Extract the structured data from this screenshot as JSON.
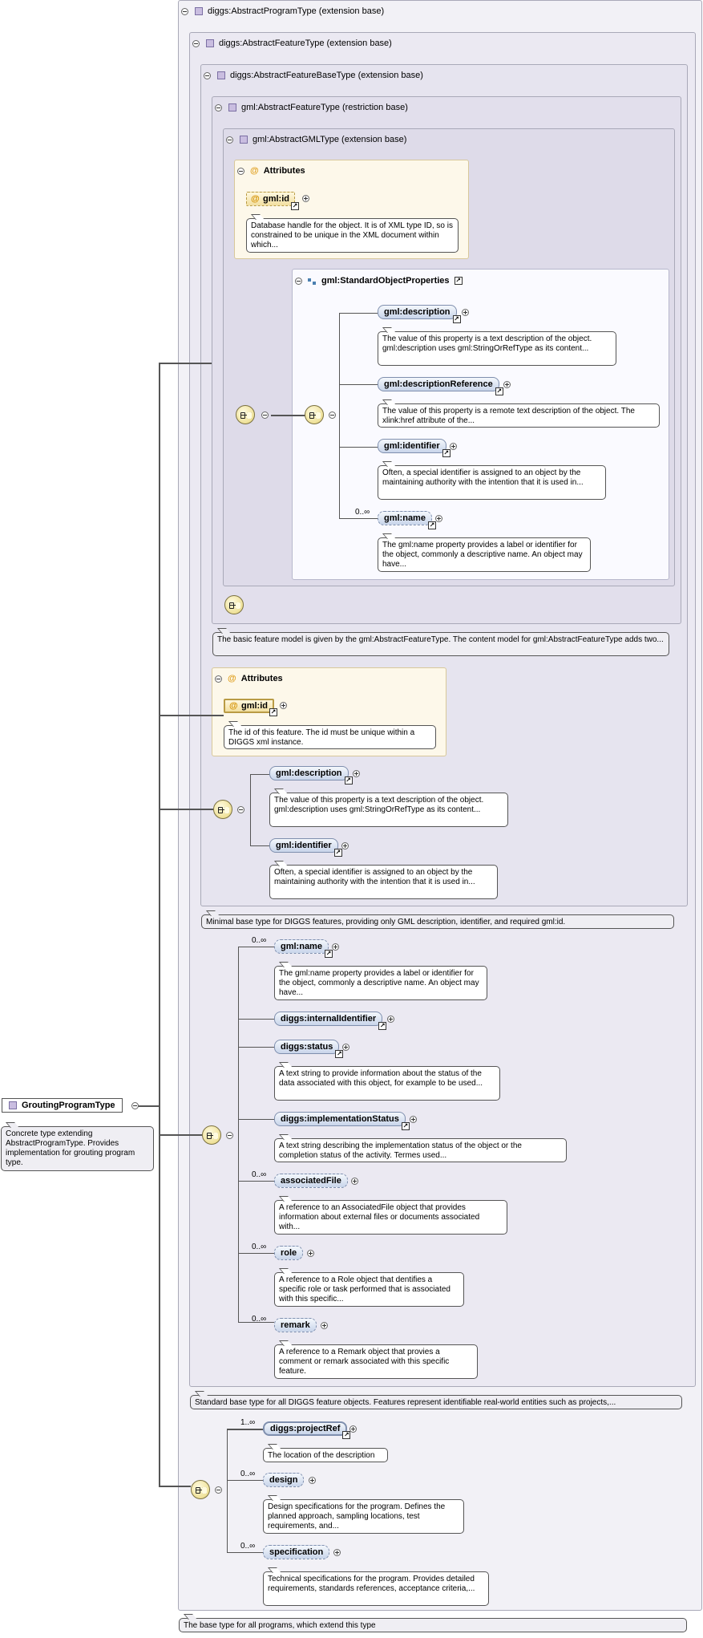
{
  "root": {
    "name": "GroutingProgramType",
    "doc": "Concrete type extending AbstractProgramType. Provides implementation for grouting program type."
  },
  "types": {
    "abstract_program": "diggs:AbstractProgramType (extension base)",
    "abstract_feature": "diggs:AbstractFeatureType (extension base)",
    "abstract_feature_base": "diggs:AbstractFeatureBaseType (extension base)",
    "gml_abstract_feature": "gml:AbstractFeatureType (restriction base)",
    "gml_abstract_gml": "gml:AbstractGMLType (extension base)"
  },
  "attributes_label": "Attributes",
  "gml_attr": {
    "name": "gml:id",
    "doc": "Database handle for the object. It is of XML type ID, so is constrained to be unique in the XML document within which..."
  },
  "std_props": {
    "label": "gml:StandardObjectProperties",
    "elements": [
      {
        "name": "gml:description",
        "doc": "The value of this property is a text description of the object. gml:description uses gml:StringOrRefType as its content..."
      },
      {
        "name": "gml:descriptionReference",
        "doc": "The value of this property is a remote text description of the object. The xlink:href attribute of the..."
      },
      {
        "name": "gml:identifier",
        "doc": "Often, a special identifier is assigned to an object by the maintaining authority with the intention that it is used in..."
      },
      {
        "name": "gml:name",
        "occurs": "0..∞",
        "doc": "The gml:name property provides a label or identifier for the object, commonly a descriptive name. An object may have..."
      }
    ]
  },
  "gml_feature_doc": "The basic feature model is given by the gml:AbstractFeatureType. The content model for gml:AbstractFeatureType adds two...",
  "base_attr": {
    "name": "gml:id",
    "doc": "The id of this feature. The id must be unique within a DIGGS xml instance."
  },
  "base_elements": [
    {
      "name": "gml:description",
      "doc": "The value of this property is a text description of the object. gml:description uses gml:StringOrRefType as its content..."
    },
    {
      "name": "gml:identifier",
      "doc": "Often, a special identifier is assigned to an object by the maintaining authority with the intention that it is used in..."
    }
  ],
  "base_doc": "Minimal base type for DIGGS features, providing only GML description, identifier, and required gml:id.",
  "feature_elements": [
    {
      "name": "gml:name",
      "occurs": "0..∞",
      "doc": "The gml:name property provides a label or identifier for the object, commonly a descriptive name. An object may have..."
    },
    {
      "name": "diggs:internalIdentifier",
      "occurs": "",
      "doc": ""
    },
    {
      "name": "diggs:status",
      "occurs": "",
      "doc": "A text string to provide information about the status of the data associated with this object, for example to be used..."
    },
    {
      "name": "diggs:implementationStatus",
      "occurs": "",
      "doc": "A text string describing the implementation status of the object or the completion status of the activity. Termes used..."
    },
    {
      "name": "associatedFile",
      "occurs": "0..∞",
      "doc": "A reference to an AssociatedFile object that provides information about external files or documents associated with..."
    },
    {
      "name": "role",
      "occurs": "0..∞",
      "doc": "A reference to a Role object that dentifies a specific role or task performed that is associated with this specific..."
    },
    {
      "name": "remark",
      "occurs": "0..∞",
      "doc": "A reference to a Remark object that provies a comment or remark associated with this specific feature."
    }
  ],
  "feature_doc": "Standard base type for all DIGGS feature objects. Features represent identifiable real-world entities such as projects,...",
  "program_elements": [
    {
      "name": "diggs:projectRef",
      "occurs": "1..∞",
      "doc": "The location of the description"
    },
    {
      "name": "design",
      "occurs": "0..∞",
      "doc": "Design specifications for the program. Defines the planned approach, sampling locations, test requirements, and..."
    },
    {
      "name": "specification",
      "occurs": "0..∞",
      "doc": "Technical specifications for the program. Provides detailed requirements, standards references, acceptance criteria,..."
    }
  ],
  "program_doc": "The base type for all programs, which extend this type"
}
